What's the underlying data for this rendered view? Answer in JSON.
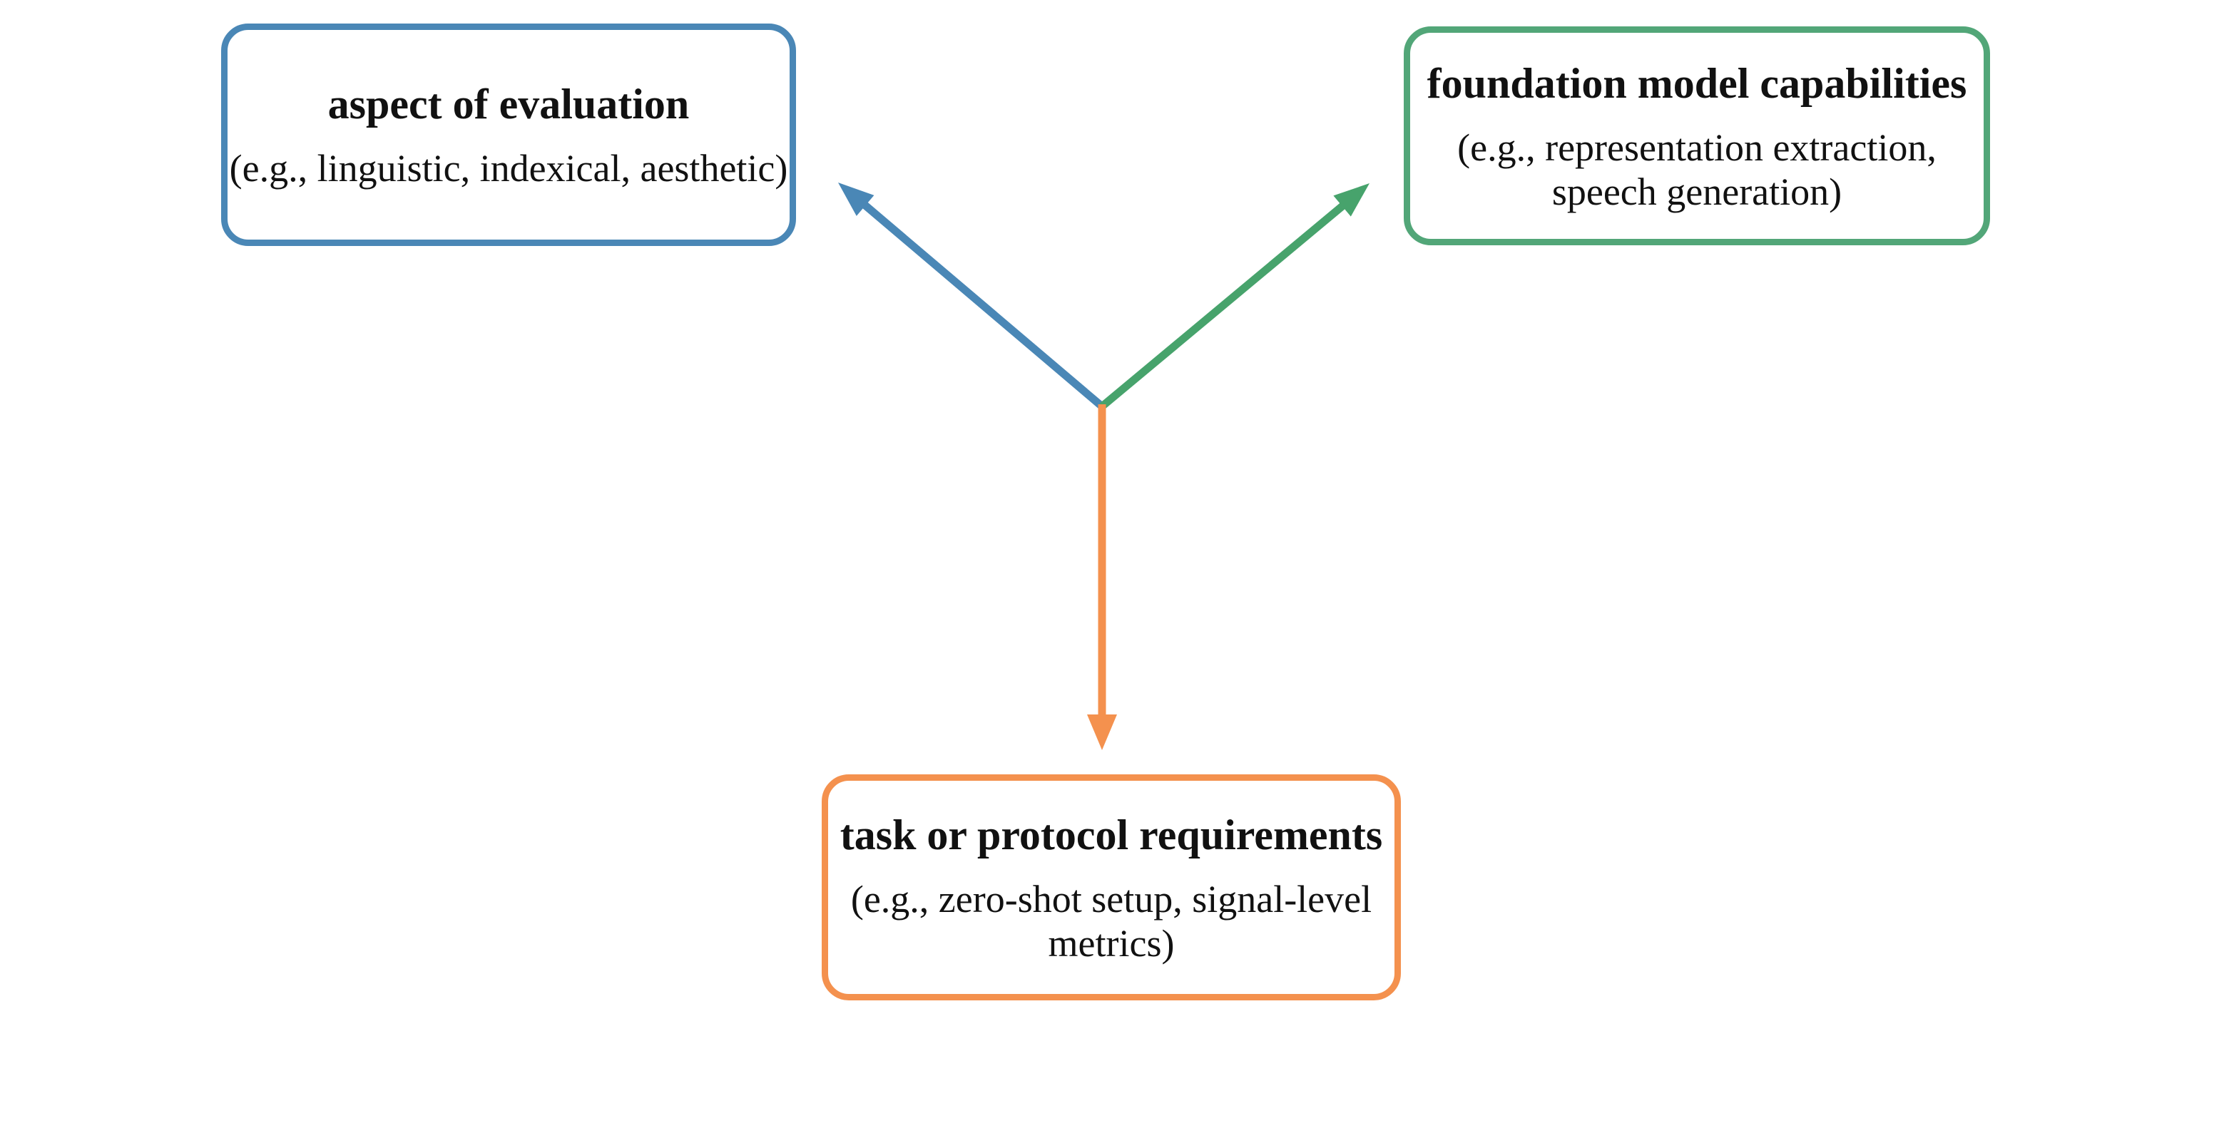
{
  "diagram": {
    "background_color": "#ffffff",
    "text_color": "#111111",
    "boxes": [
      {
        "id": "aspect-of-evaluation",
        "title": "aspect of evaluation",
        "lines": [
          "(e.g., linguistic, indexical, aesthetic)"
        ],
        "border_color": "#4a87b6"
      },
      {
        "id": "foundation-model-capabilities",
        "title": "foundation model capabilities",
        "lines": [
          "(e.g., representation extraction,",
          "speech generation)"
        ],
        "border_color": "#52a678"
      },
      {
        "id": "task-or-protocol-requirements",
        "title": "task or protocol requirements",
        "lines": [
          "(e.g., zero-shot setup, signal-level",
          "metrics)"
        ],
        "border_color": "#f4914e"
      }
    ],
    "arrows": [
      {
        "target": "aspect-of-evaluation",
        "color": "#4a87b6"
      },
      {
        "target": "foundation-model-capabilities",
        "color": "#47a36c"
      },
      {
        "target": "task-or-protocol-requirements",
        "color": "#f4914e"
      }
    ]
  }
}
